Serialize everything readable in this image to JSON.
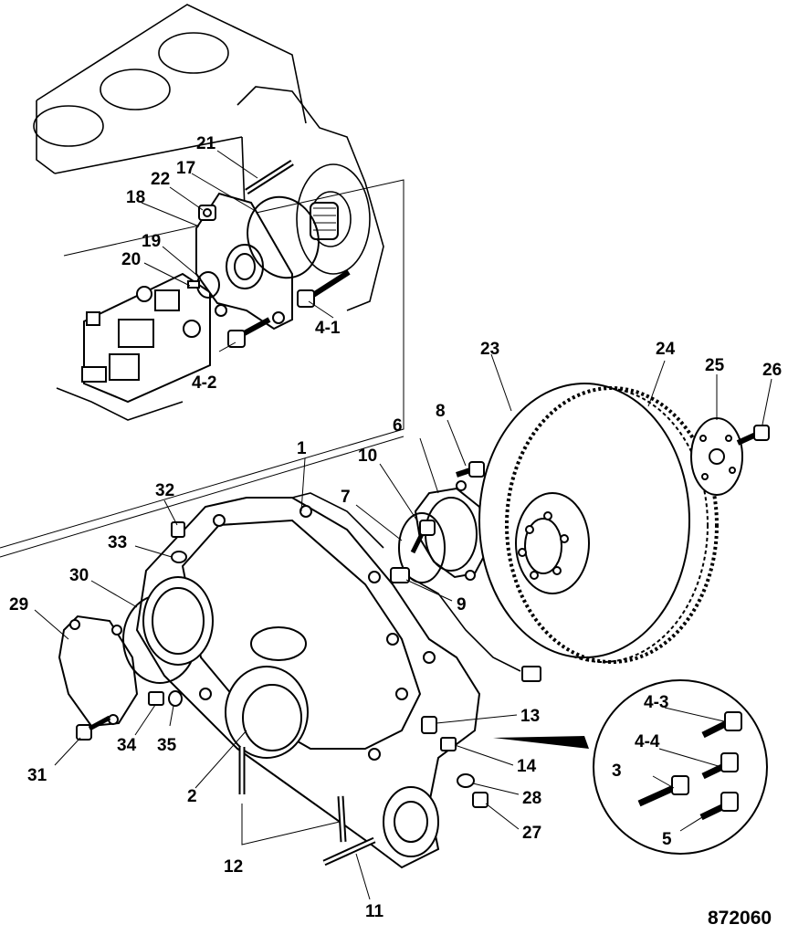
{
  "figure_number": "872060",
  "callouts": [
    {
      "id": "1"
    },
    {
      "id": "2"
    },
    {
      "id": "3"
    },
    {
      "id": "4-1"
    },
    {
      "id": "4-2"
    },
    {
      "id": "4-3"
    },
    {
      "id": "4-4"
    },
    {
      "id": "5"
    },
    {
      "id": "6"
    },
    {
      "id": "7"
    },
    {
      "id": "8"
    },
    {
      "id": "9"
    },
    {
      "id": "10"
    },
    {
      "id": "11"
    },
    {
      "id": "12"
    },
    {
      "id": "13"
    },
    {
      "id": "14"
    },
    {
      "id": "17"
    },
    {
      "id": "18"
    },
    {
      "id": "19"
    },
    {
      "id": "20"
    },
    {
      "id": "21"
    },
    {
      "id": "22"
    },
    {
      "id": "23"
    },
    {
      "id": "24"
    },
    {
      "id": "25"
    },
    {
      "id": "26"
    },
    {
      "id": "27"
    },
    {
      "id": "28"
    },
    {
      "id": "29"
    },
    {
      "id": "30"
    },
    {
      "id": "31"
    },
    {
      "id": "32"
    },
    {
      "id": "33"
    },
    {
      "id": "34"
    },
    {
      "id": "35"
    }
  ]
}
